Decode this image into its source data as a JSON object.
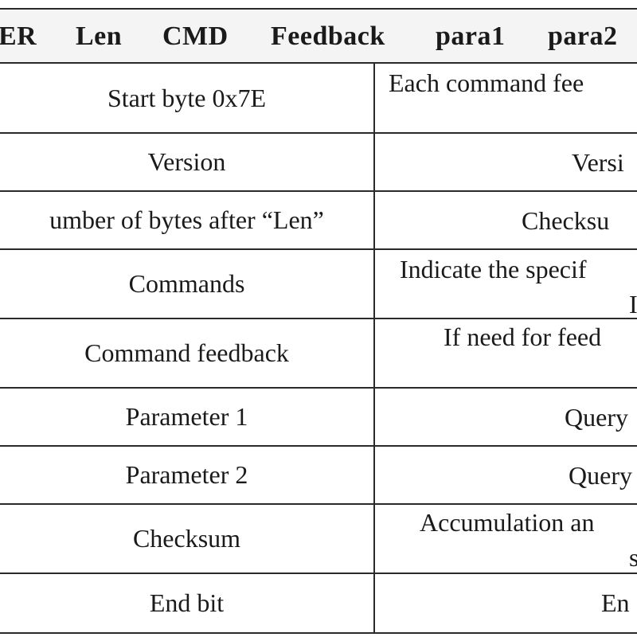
{
  "header": {
    "cells": [
      "ER",
      "Len",
      "CMD",
      "Feedback",
      "para1",
      "para2"
    ]
  },
  "rows": [
    {
      "field": "Start byte 0x7E",
      "description_lines": [
        "Each command fee"
      ]
    },
    {
      "field": "Version",
      "description_lines": [
        "Versi"
      ]
    },
    {
      "field": "umber of bytes after “Len”",
      "description_lines": [
        "Checksu"
      ]
    },
    {
      "field": "Commands",
      "description_lines": [
        "Indicate the specif",
        "I"
      ]
    },
    {
      "field": "Command feedback",
      "description_lines": [
        "If need for feed"
      ]
    },
    {
      "field": "Parameter 1",
      "description_lines": [
        "Query"
      ]
    },
    {
      "field": "Parameter 2",
      "description_lines": [
        "Query"
      ]
    },
    {
      "field": "Checksum",
      "description_lines": [
        "Accumulation an",
        "s"
      ]
    },
    {
      "field": "End bit",
      "description_lines": [
        "En"
      ]
    }
  ]
}
